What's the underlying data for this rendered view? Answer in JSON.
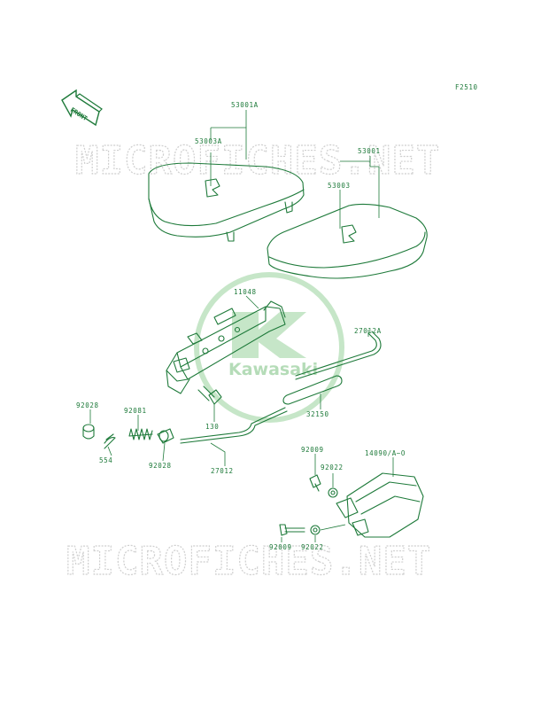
{
  "figure_code": "F2510",
  "front_arrow": "FRONT",
  "watermark": "MICROFICHES.NET",
  "logo_text": "Kawasaki",
  "part_labels": {
    "seat_front_assy": "53001A",
    "seat_front_cover": "53003A",
    "seat_rear_assy": "53001",
    "seat_rear_cover": "53003",
    "bracket": "11048",
    "cable_a": "27012A",
    "hose": "32150",
    "bolt_130": "130",
    "cap_left": "92028",
    "spring": "92081",
    "pin": "554",
    "cap_right": "92028",
    "cable": "27012",
    "bolt_upper": "92009",
    "washer_upper": "92022",
    "cover_lock": "14090/A~O",
    "bolt_lower": "92009",
    "washer_lower": "92022"
  },
  "colors": {
    "line": "#1e7a3a",
    "watermark": "#cfcfcf",
    "logo": "#b5dcb8"
  }
}
